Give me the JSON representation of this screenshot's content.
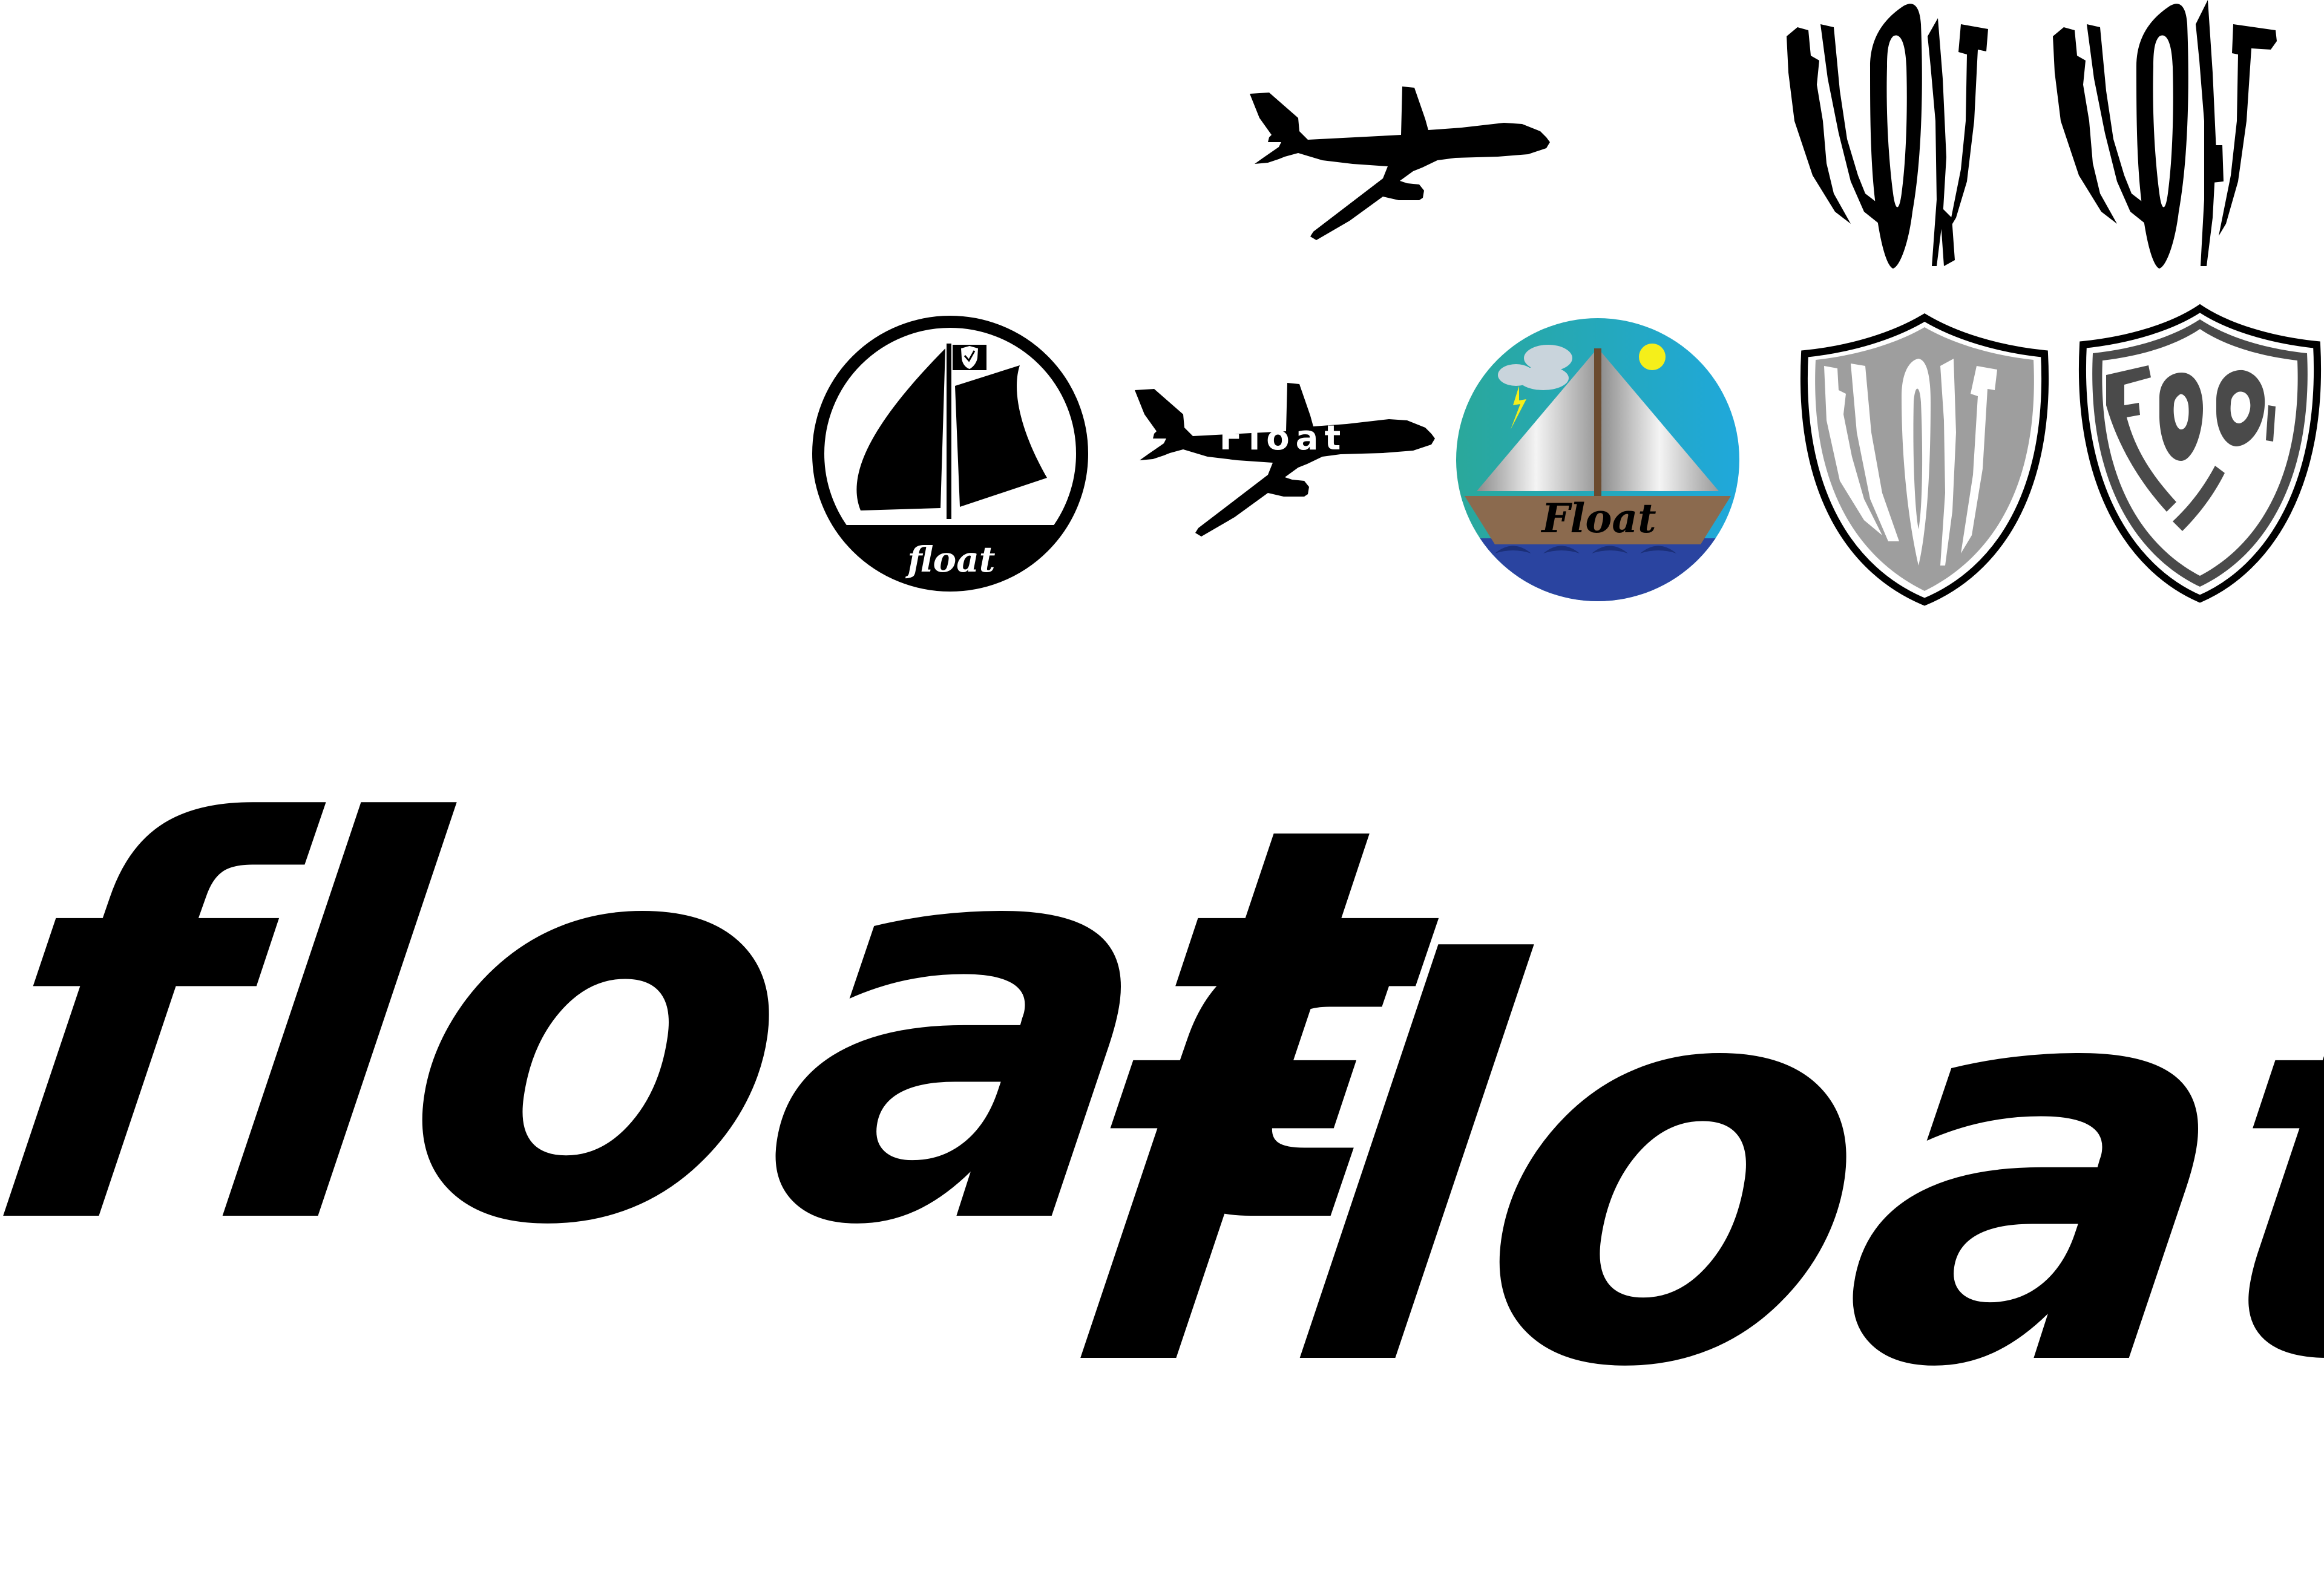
{
  "colors": {
    "ink": "#000000",
    "sky": "#1fa8dc",
    "sea_teal": "#2aa89a",
    "sea_deep": "#2a44a0",
    "sun": "#f5ef1a",
    "sail_light": "#f2f2f2",
    "sail_shade": "#9a9a9a",
    "hull_brown": "#8b6a4e",
    "shield_grey": "#9e9e9e",
    "shield_dark": "#4a4a4a"
  },
  "logos": {
    "sailboat_badge": {
      "icon": "sailboat-icon",
      "flag_icon": "shield-icon",
      "wordmark": "float"
    },
    "airplane_float": {
      "icon": "airplane-icon",
      "wordmark": "Float"
    },
    "airplane_plain": {
      "icon": "airplane-icon"
    },
    "color_sailboat": {
      "icon": "sailboat-icon",
      "extras": [
        "sun-icon",
        "cloud-icon",
        "lightning-icon",
        "wave-icon"
      ],
      "wordmark": "Float"
    },
    "distorted_wordmark_1": {
      "wordmark": "FLOAT"
    },
    "distorted_wordmark_2": {
      "wordmark": "FLOAT"
    },
    "shield_grey": {
      "icon": "shield-icon",
      "wordmark": "FLOAT"
    },
    "shield_dark": {
      "icon": "shield-icon",
      "wordmark": "FOO"
    }
  },
  "wordmarks": {
    "large_1": "float",
    "large_2": "float"
  }
}
